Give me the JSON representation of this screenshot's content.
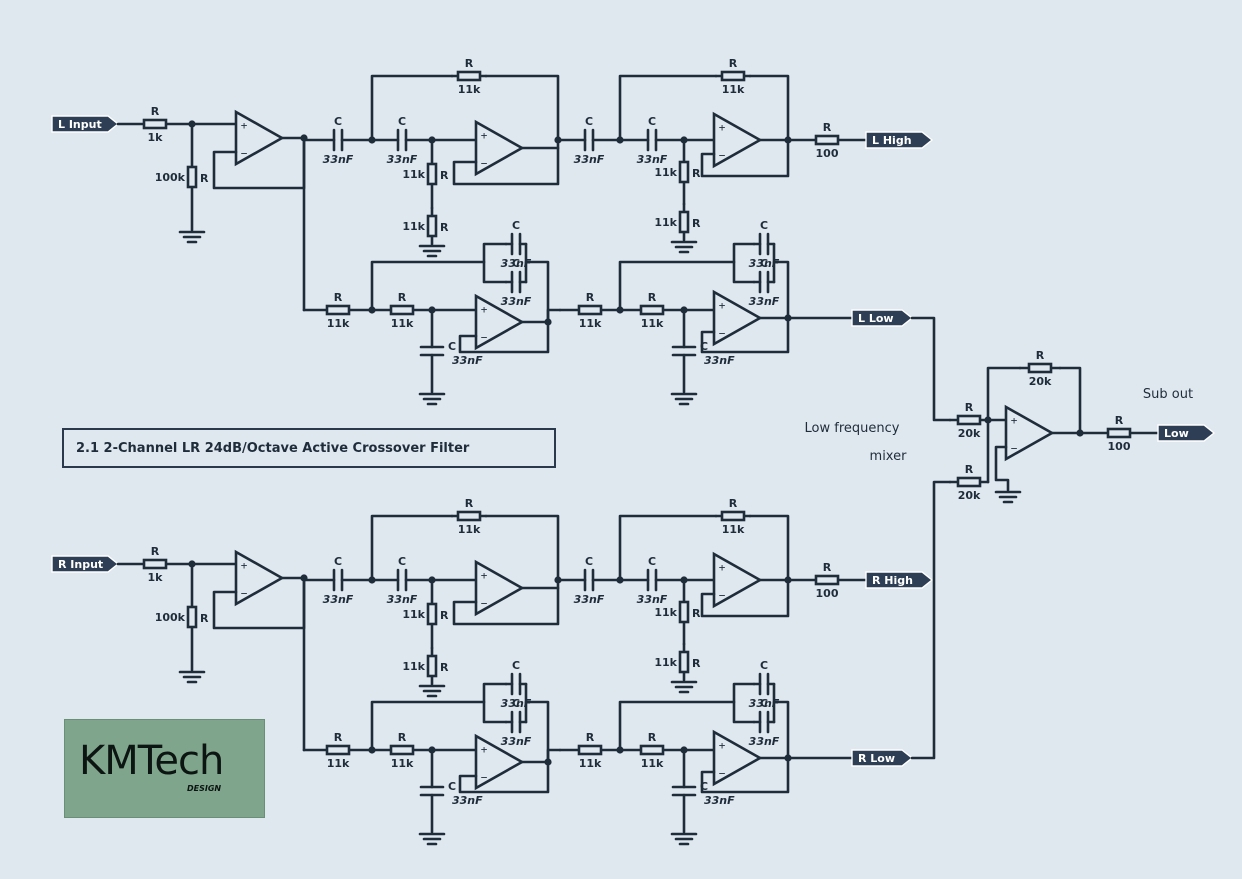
{
  "title": "2.1 2-Channel LR 24dB/Octave Active Crossover Filter",
  "mixer_label": {
    "line1": "Low frequency",
    "line2": "mixer"
  },
  "sub_out_label": "Sub out",
  "logo": {
    "text": "KMTech",
    "subtext": "DESIGN"
  },
  "ports": {
    "l_input": "L Input",
    "l_high": "L High",
    "l_low": "L Low",
    "r_input": "R Input",
    "r_high": "R High",
    "r_low": "R Low",
    "low": "Low"
  },
  "symbols": {
    "resistor": "R",
    "capacitor": "C"
  },
  "values": {
    "input_r": "1k",
    "bias_r": "100k",
    "filter_r": "11k",
    "filter_c": "33nF",
    "out_r": "100",
    "mix_r": "20k"
  },
  "colors": {
    "line": "#1f2d3b",
    "background": "#dfe7ef",
    "port_fill": "#2e3f55",
    "logo_bg": "#7fa58c"
  }
}
